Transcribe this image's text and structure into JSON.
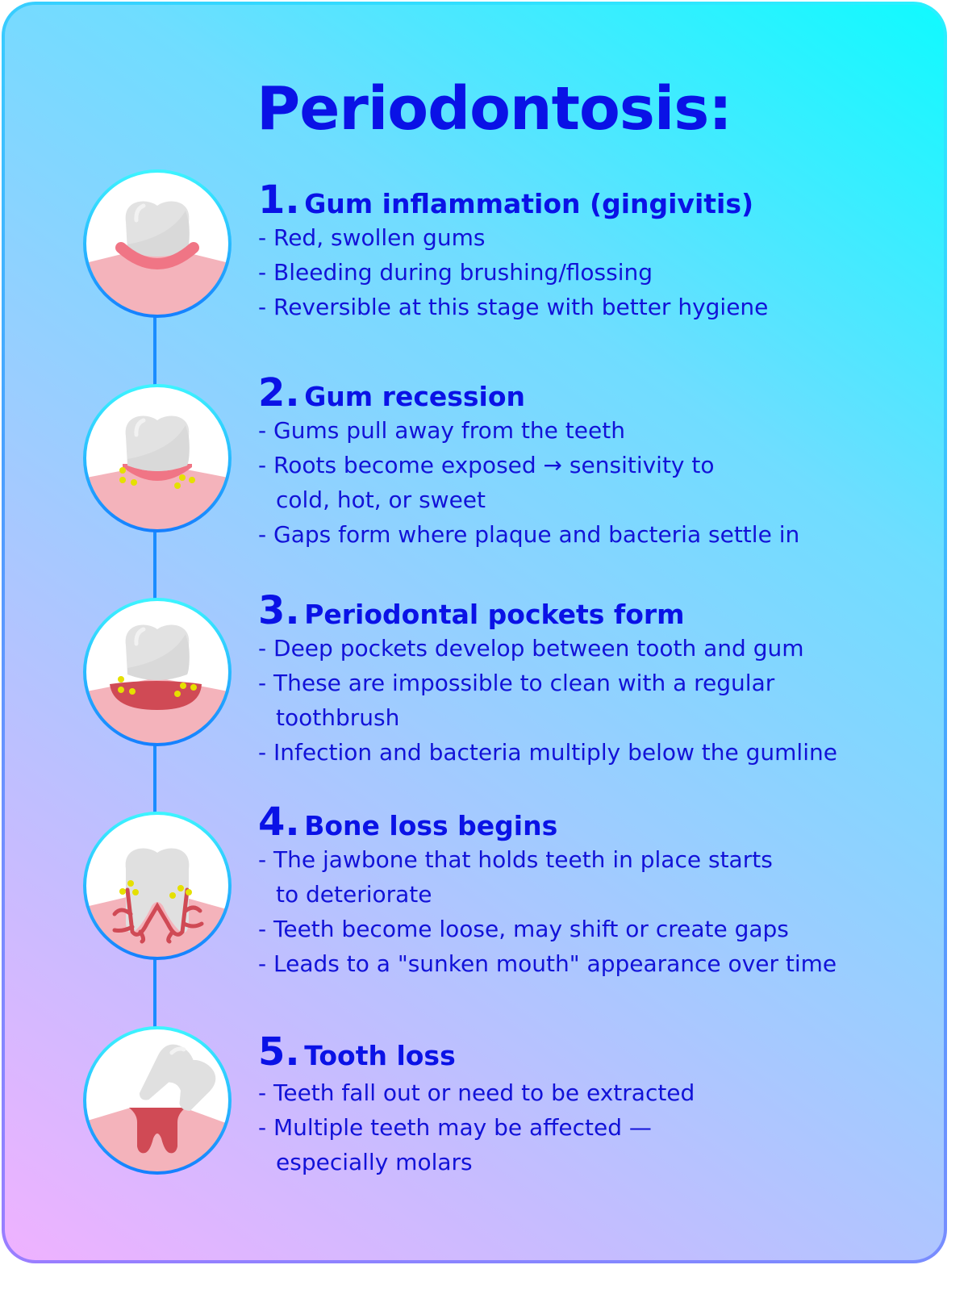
{
  "title": "Periodontosis:",
  "colors": {
    "title": "#0a12e6",
    "text": "#1212d8",
    "connector": "#1a8cff",
    "gum": "#f4b3bb",
    "inflamed": "#f07585",
    "infection": "#d04a55",
    "bacteria": "#e5e000"
  },
  "steps": [
    {
      "number": "1.",
      "heading": "Gum inflammation (gingivitis)",
      "icon": "inflamed-gum-tooth-icon",
      "bullets": [
        [
          "- Red, swollen gums"
        ],
        [
          "- Bleeding during brushing/flossing"
        ],
        [
          "- Reversible at this stage with better hygiene"
        ]
      ]
    },
    {
      "number": "2.",
      "heading": "Gum recession",
      "icon": "receding-gum-tooth-icon",
      "bullets": [
        [
          "- Gums pull away from the teeth"
        ],
        [
          "- Roots become exposed → sensitivity to",
          "cold, hot, or sweet"
        ],
        [
          "- Gaps form where plaque and bacteria settle in"
        ]
      ]
    },
    {
      "number": "3.",
      "heading": "Periodontal pockets form",
      "icon": "periodontal-pocket-tooth-icon",
      "bullets": [
        [
          "- Deep pockets develop between tooth and gum"
        ],
        [
          "- These are impossible to clean with a regular",
          "toothbrush"
        ],
        [
          "- Infection and bacteria multiply below the gumline"
        ]
      ]
    },
    {
      "number": "4.",
      "heading": "Bone loss begins",
      "icon": "bone-loss-tooth-icon",
      "bullets": [
        [
          "- The jawbone that holds teeth in place starts",
          "to deteriorate"
        ],
        [
          "- Teeth become loose, may shift or create gaps"
        ],
        [
          "- Leads to a \"sunken mouth\" appearance over time"
        ]
      ]
    },
    {
      "number": "5.",
      "heading": "Tooth loss",
      "icon": "tooth-loss-icon",
      "bullets": [
        [
          "- Teeth fall out or need to be extracted"
        ],
        [
          "- Multiple teeth may be affected —",
          "especially molars"
        ]
      ]
    }
  ]
}
